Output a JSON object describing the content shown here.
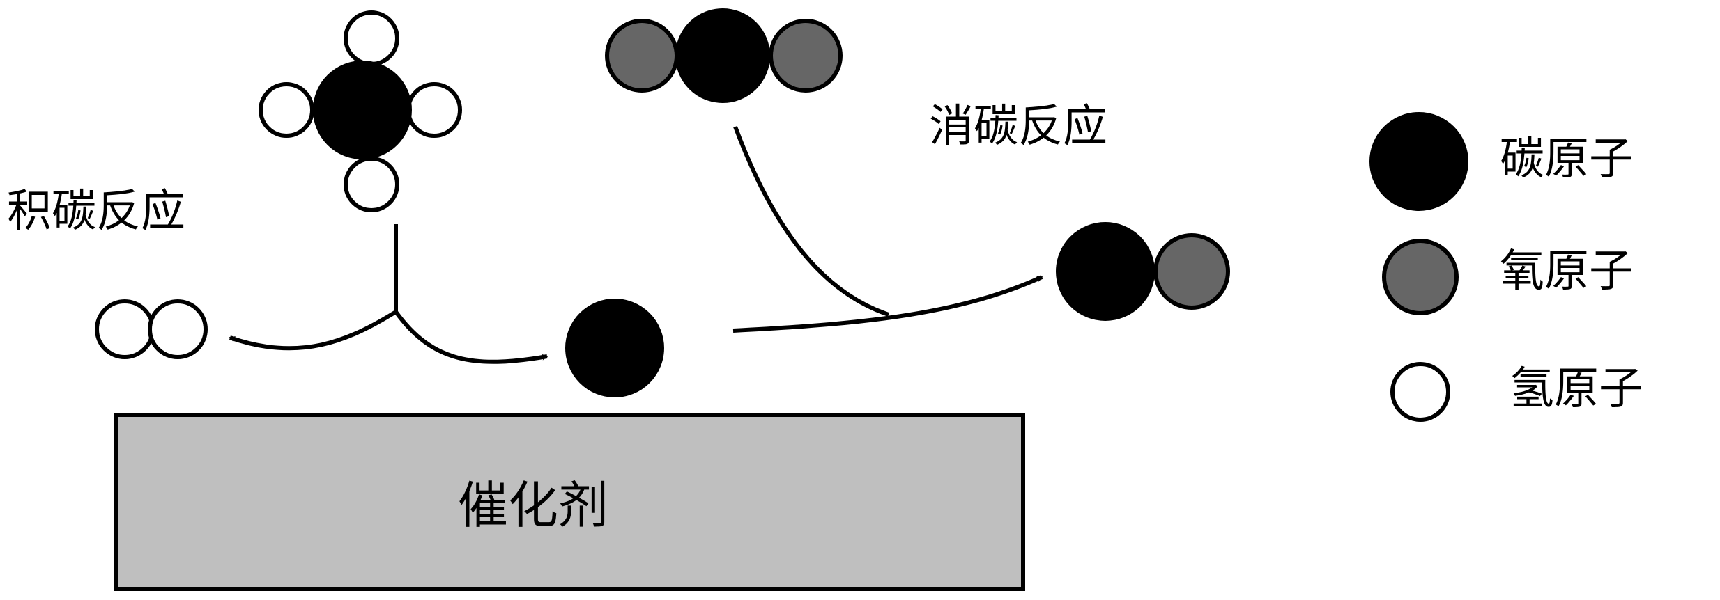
{
  "labels": {
    "deposition": "积碳反应",
    "elimination": "消碳反应",
    "catalyst": "催化剂"
  },
  "legend": {
    "carbon": "碳原子",
    "oxygen": "氧原子",
    "hydrogen": "氢原子"
  },
  "colors": {
    "carbon": "#000000",
    "oxygen": "#666666",
    "hydrogen": "#ffffff",
    "catalyst": "#bfbfbf",
    "stroke": "#000000"
  }
}
